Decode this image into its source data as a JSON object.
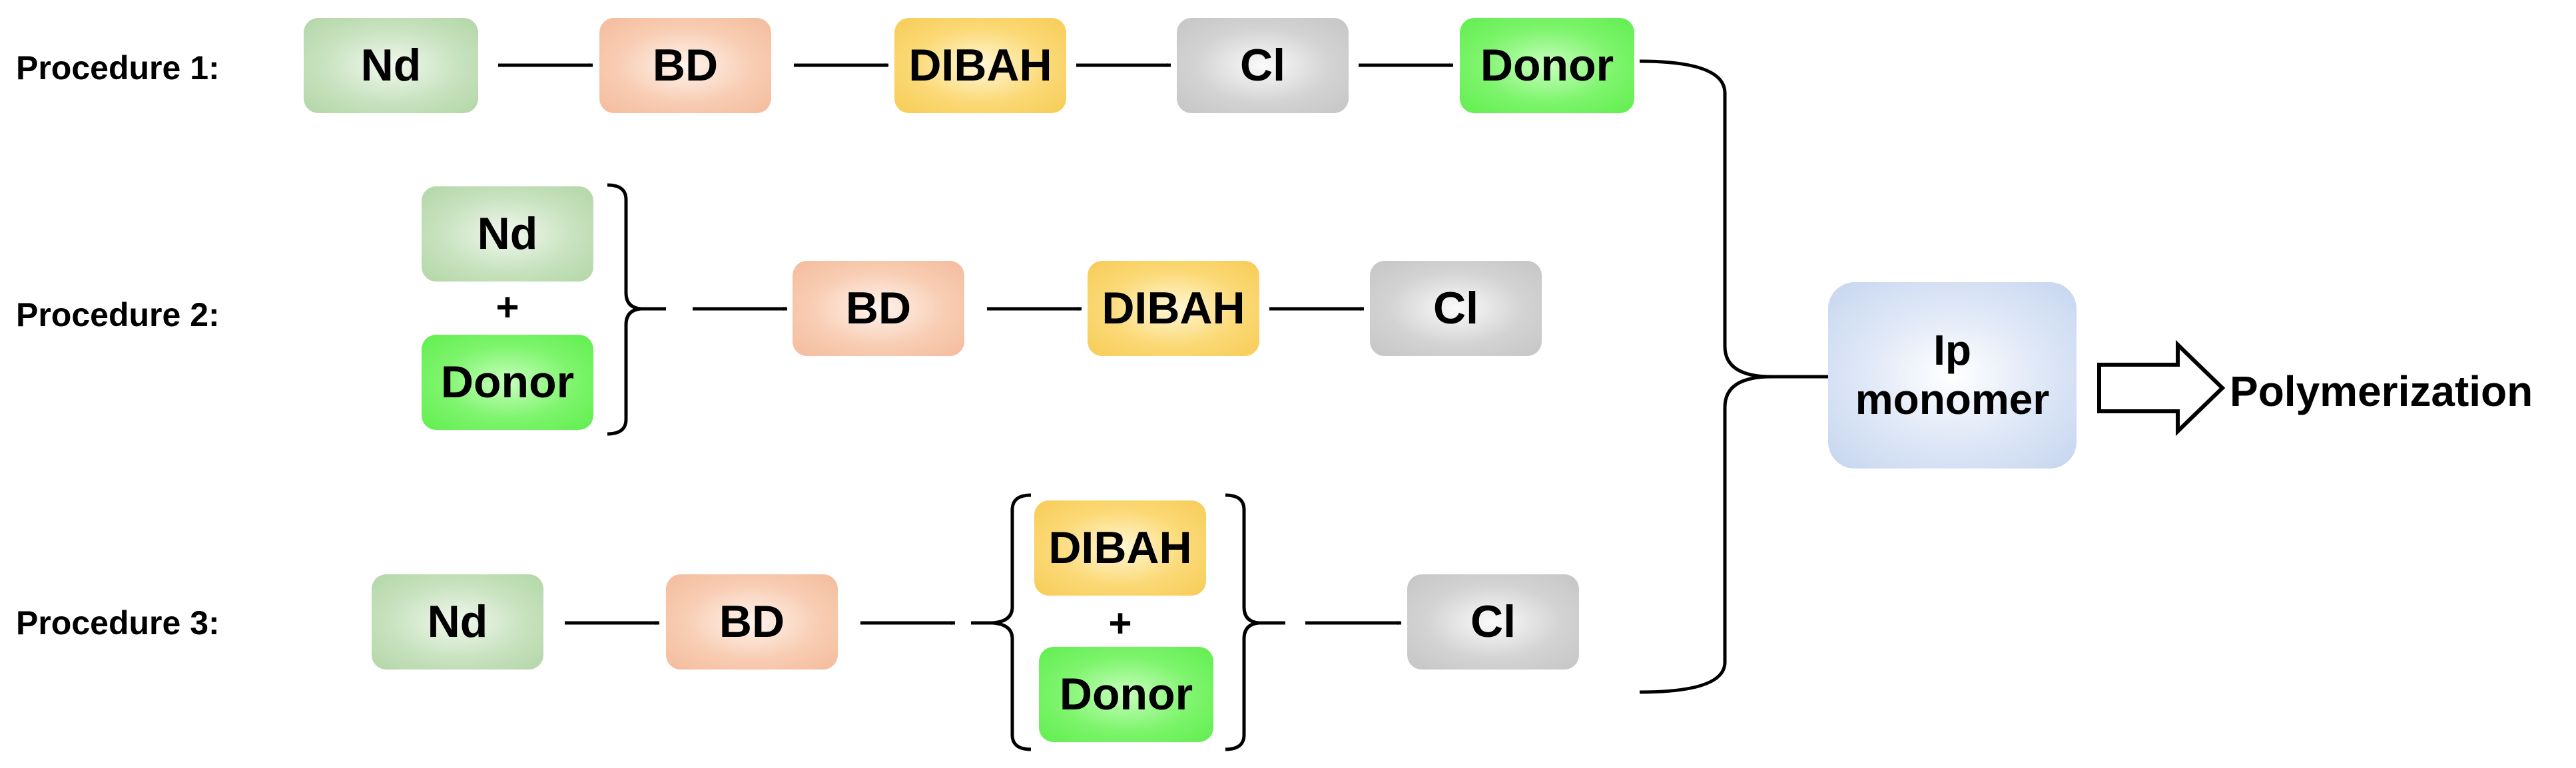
{
  "procedures": [
    {
      "label": "Procedure 1:"
    },
    {
      "label": "Procedure 2:"
    },
    {
      "label": "Procedure 3:"
    }
  ],
  "p1": {
    "nd": "Nd",
    "bd": "BD",
    "dibah": "DIBAH",
    "cl": "Cl",
    "donor": "Donor"
  },
  "p2": {
    "nd": "Nd",
    "plus": "+",
    "donor": "Donor",
    "bd": "BD",
    "dibah": "DIBAH",
    "cl": "Cl"
  },
  "p3": {
    "nd": "Nd",
    "bd": "BD",
    "dibah": "DIBAH",
    "plus": "+",
    "donor": "Donor",
    "cl": "Cl"
  },
  "monomer": {
    "line1": "Ip",
    "line2": "monomer"
  },
  "result": "Polymerization",
  "colors": {
    "nd": "#c8e2bf",
    "bd": "#f8cdb3",
    "dibah": "#fbd976",
    "cl": "#d3d3d3",
    "donor": "#7df46c",
    "monomer": "#dfe8f7"
  }
}
